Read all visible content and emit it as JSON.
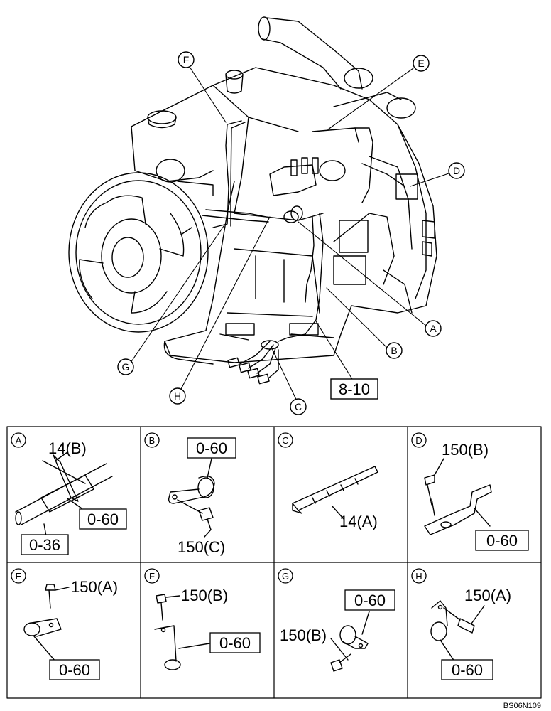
{
  "main_view": {
    "callouts": {
      "A": "A",
      "B": "B",
      "C": "C",
      "D": "D",
      "E": "E",
      "F": "F",
      "G": "G",
      "H": "H"
    },
    "ref_box": "8-10"
  },
  "panels": [
    {
      "letter": "A",
      "parts": [
        "14(B)",
        "0-60",
        "0-36"
      ]
    },
    {
      "letter": "B",
      "parts": [
        "0-60",
        "150(C)"
      ]
    },
    {
      "letter": "C",
      "parts": [
        "14(A)"
      ]
    },
    {
      "letter": "D",
      "parts": [
        "150(B)",
        "0-60"
      ]
    },
    {
      "letter": "E",
      "parts": [
        "150(A)",
        "0-60"
      ]
    },
    {
      "letter": "F",
      "parts": [
        "150(B)",
        "0-60"
      ]
    },
    {
      "letter": "G",
      "parts": [
        "0-60",
        "150(B)"
      ]
    },
    {
      "letter": "H",
      "parts": [
        "150(A)",
        "0-60"
      ]
    }
  ],
  "footer": {
    "drawing_code": "BS06N109"
  }
}
